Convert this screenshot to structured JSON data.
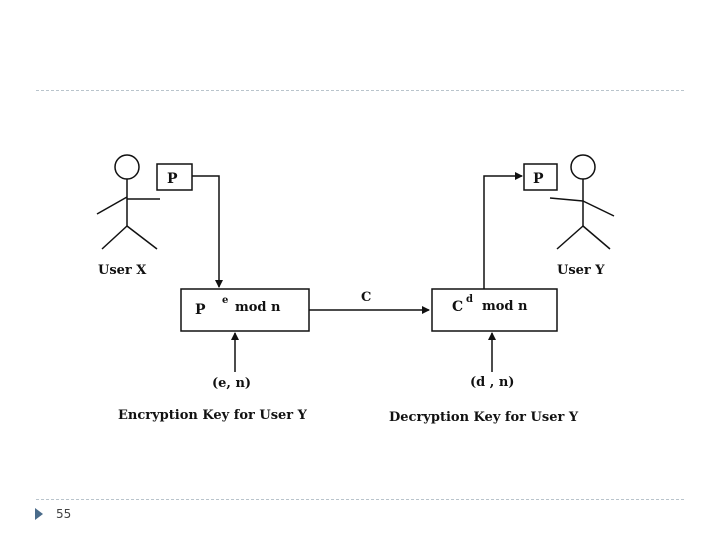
{
  "page_number": "55",
  "colors": {
    "rule": "#b9c4cc",
    "bullet": "#4a6b8a",
    "ink": "#111111"
  },
  "user_x": {
    "label": "User X",
    "message_box": "P"
  },
  "user_y": {
    "label": "User Y",
    "message_box": "P"
  },
  "encrypt_box": {
    "base": "P",
    "exponent": "e",
    "operation": "mod n"
  },
  "decrypt_box": {
    "base": "C",
    "exponent": "d",
    "operation": "mod n"
  },
  "ciphertext_label": "C",
  "public_key": {
    "value": "(e, n)",
    "caption": "Encryption Key for User Y"
  },
  "private_key": {
    "value": "(d , n)",
    "caption": "Decryption Key for User Y"
  }
}
